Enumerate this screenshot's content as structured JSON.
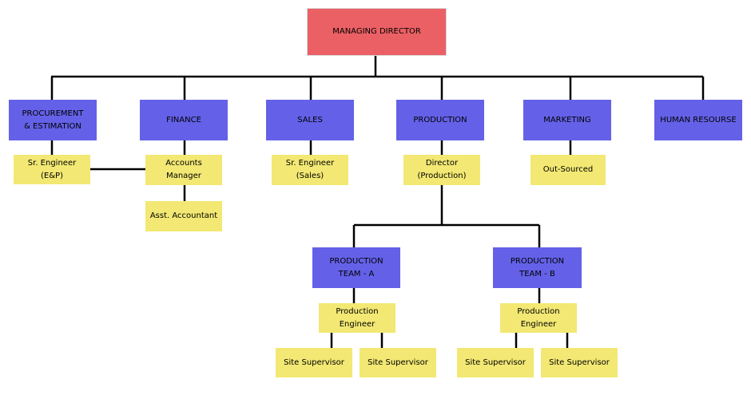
{
  "colors": {
    "director": "#eb6064",
    "department": "#6461e8",
    "role": "#f2e873",
    "connector": "#000000"
  },
  "md": {
    "label": "MANAGING DIRECTOR"
  },
  "departments": {
    "procurement": {
      "line1": "PROCUREMENT",
      "line2": "& ESTIMATION"
    },
    "finance": "FINANCE",
    "sales": "SALES",
    "production": "PRODUCTION",
    "marketing": "MARKETING",
    "hr": "HUMAN RESOURSE"
  },
  "roles": {
    "sr_engineer_ep": "Sr. Engineer (E&P)",
    "accounts_manager": {
      "line1": "Accounts",
      "line2": "Manager"
    },
    "asst_accountant": "Asst. Accountant",
    "sr_engineer_sales": {
      "line1": "Sr. Engineer",
      "line2": "(Sales)"
    },
    "director_production": {
      "line1": "Director",
      "line2": "(Production)"
    },
    "out_sourced": "Out-Sourced"
  },
  "teams": {
    "a": {
      "title": {
        "line1": "PRODUCTION",
        "line2": "TEAM - A"
      },
      "engineer": {
        "line1": "Production",
        "line2": "Engineer"
      },
      "supervisors": [
        "Site Supervisor",
        "Site Supervisor"
      ]
    },
    "b": {
      "title": {
        "line1": "PRODUCTION",
        "line2": "TEAM - B"
      },
      "engineer": {
        "line1": "Production",
        "line2": "Engineer"
      },
      "supervisors": [
        "Site Supervisor",
        "Site Supervisor"
      ]
    }
  }
}
